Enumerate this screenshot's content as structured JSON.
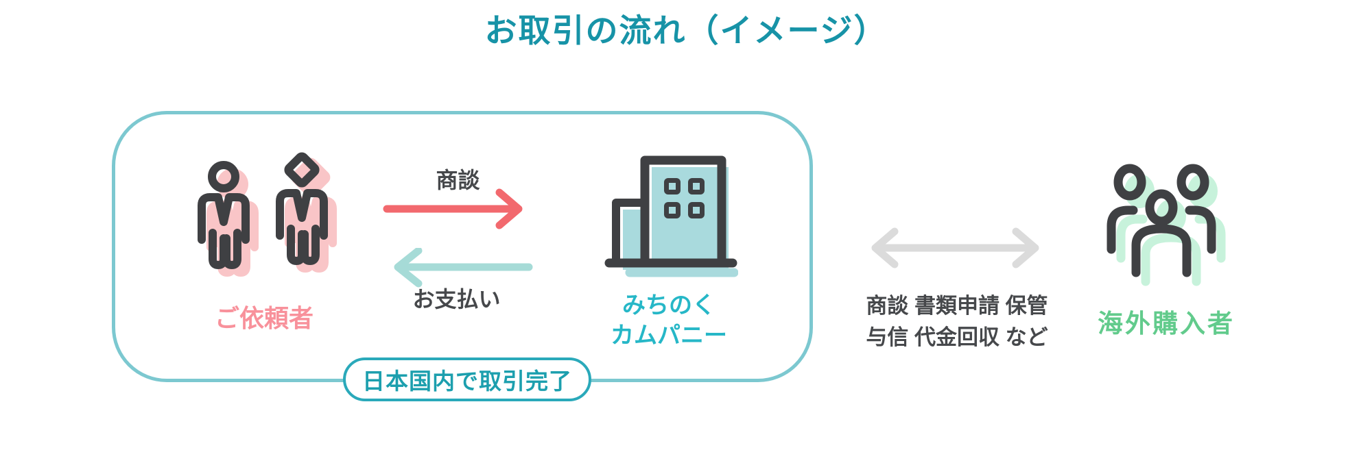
{
  "title": "お取引の流れ（イメージ）",
  "domestic": {
    "client": {
      "label": "ご依頼者"
    },
    "negotiation_arrow": {
      "label": "商談",
      "direction": "right"
    },
    "payment_arrow": {
      "label": "お支払い",
      "direction": "left"
    },
    "company": {
      "label_line1": "みちのく",
      "label_line2": "カムパニー"
    },
    "badge": {
      "label": "日本国内で取引完了"
    }
  },
  "international": {
    "services_line1": "商談 書類申請 保管",
    "services_line2": "与信 代金回収 など",
    "buyer": {
      "label": "海外購入者"
    }
  },
  "icons": {
    "clients_icon": "two-businesspeople",
    "company_icon": "office-building",
    "buyers_icon": "overseas-people-group",
    "bidirectional_arrow_icon": "double-headed-arrow"
  },
  "colors": {
    "title_teal": "#1793A7",
    "box_border_teal": "#7CC8D0",
    "teal_fill": "#A9DADD",
    "company_text_teal": "#26B7C7",
    "badge_teal": "#2AA9BA",
    "pink_fill": "#F9C5C7",
    "pink_text": "#F8919B",
    "red_arrow": "#F2696E",
    "mint_arrow": "#A6DBD7",
    "green_fill": "#C7F2DB",
    "green_text": "#62CB8C",
    "gray_arrow": "#DBDBDB",
    "dark": "#3F4043"
  }
}
